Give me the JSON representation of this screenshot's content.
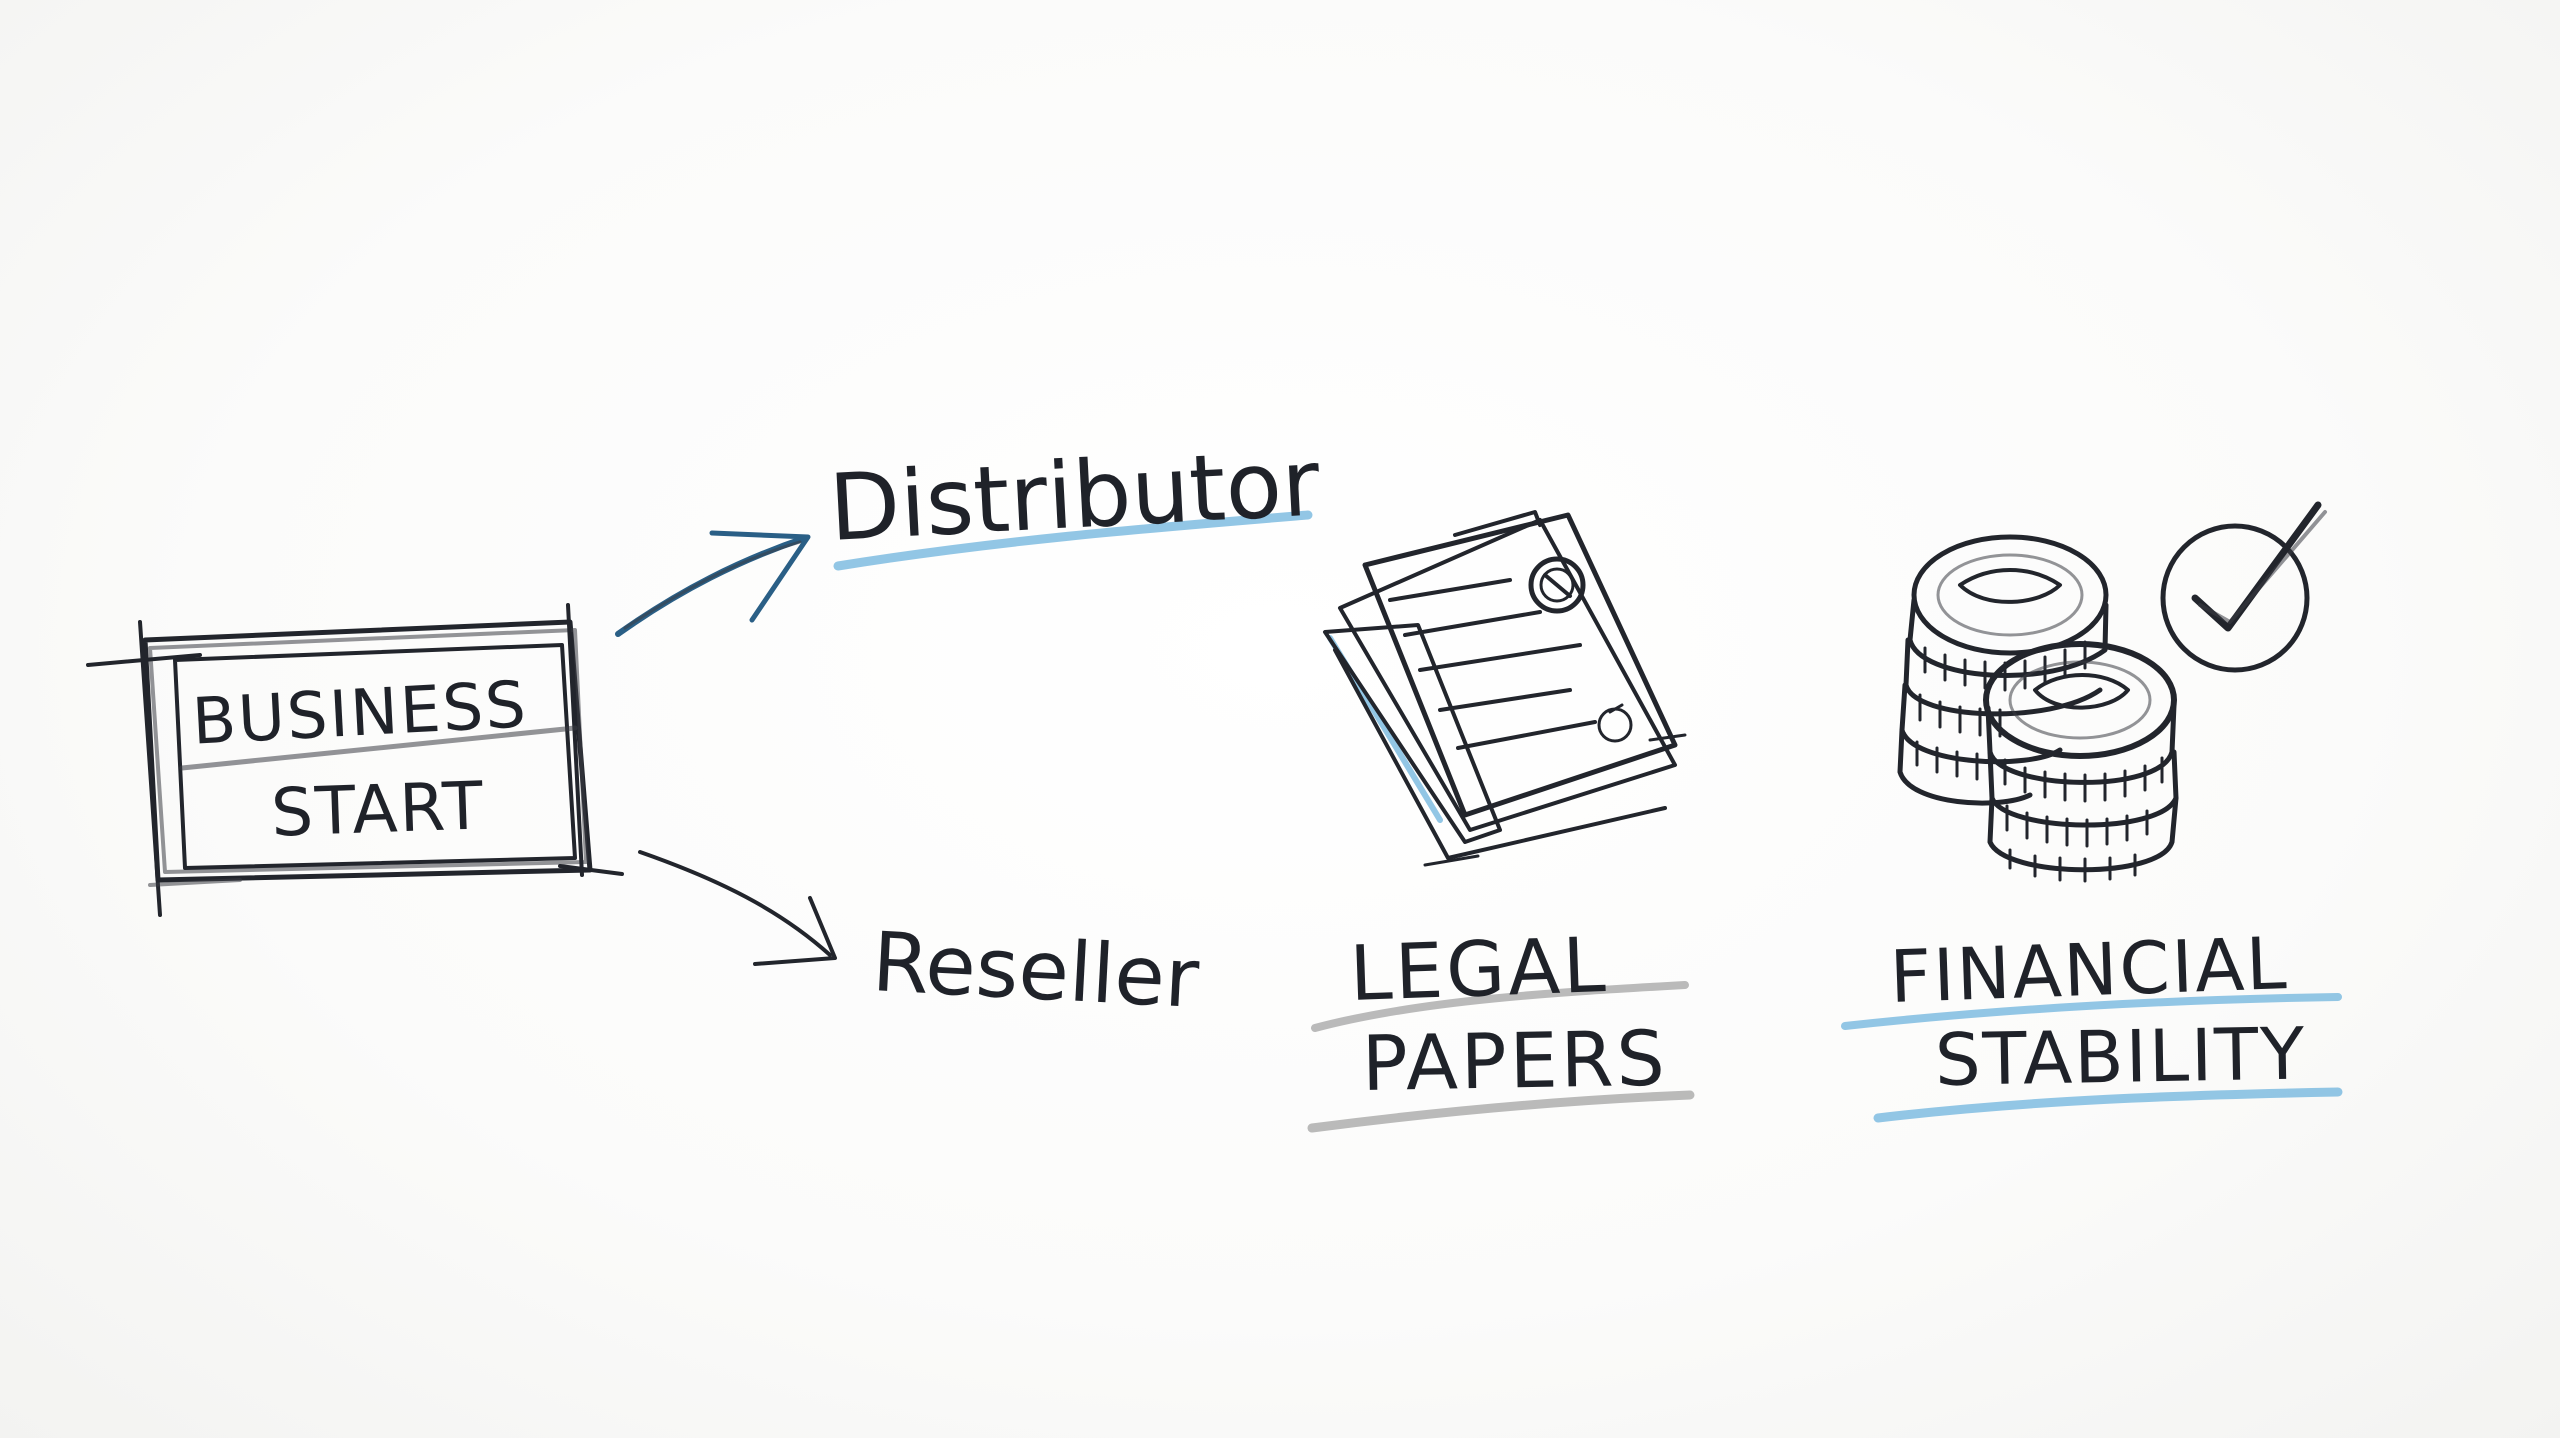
{
  "start_box": {
    "line1": "BUSINESS",
    "line2": "START"
  },
  "branches": {
    "upper": "Distributor",
    "lower": "Reseller"
  },
  "legal": {
    "line1": "LEGAL",
    "line2": "PAPERS"
  },
  "financial": {
    "line1": "FINANCIAL",
    "line2": "STABILITY"
  },
  "colors": {
    "ink": "#22252c",
    "blue_ink": "#2a5f86",
    "blue_highlight": "#7fbce0",
    "gray_highlight": "#a9a9a9"
  },
  "icons": {
    "documents": "legal-documents-icon",
    "coins": "coin-stack-icon",
    "check": "checkmark-circle-icon"
  }
}
